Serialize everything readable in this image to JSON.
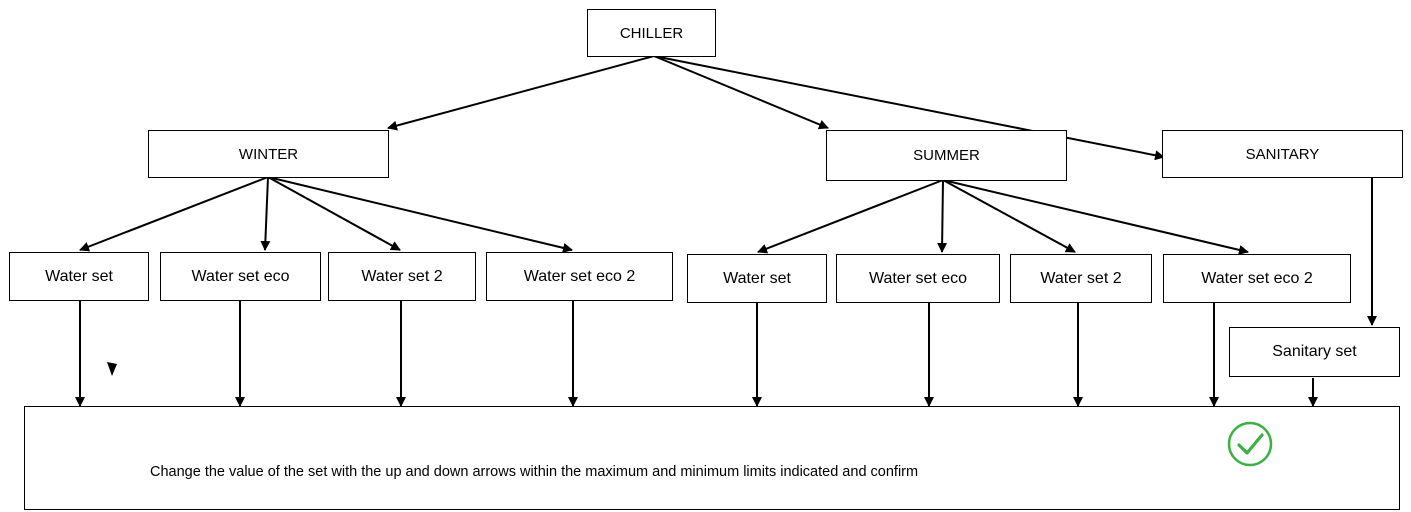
{
  "root": {
    "label": "CHILLER"
  },
  "modes": [
    {
      "label": "WINTER"
    },
    {
      "label": "SUMMER"
    },
    {
      "label": "SANITARY"
    }
  ],
  "winter_sets": [
    {
      "label": "Water set"
    },
    {
      "label": "Water set eco"
    },
    {
      "label": "Water set 2"
    },
    {
      "label": "Water set eco 2"
    }
  ],
  "summer_sets": [
    {
      "label": "Water set"
    },
    {
      "label": "Water set eco"
    },
    {
      "label": "Water set 2"
    },
    {
      "label": "Water set eco 2"
    }
  ],
  "sanitary_set": {
    "label": "Sanitary set"
  },
  "instruction": {
    "text": "Change the value of the set with the up and down arrows within the maximum and minimum limits indicated and confirm"
  },
  "confirm_icon": {
    "name": "check-circle-icon",
    "color": "#3cb043"
  }
}
